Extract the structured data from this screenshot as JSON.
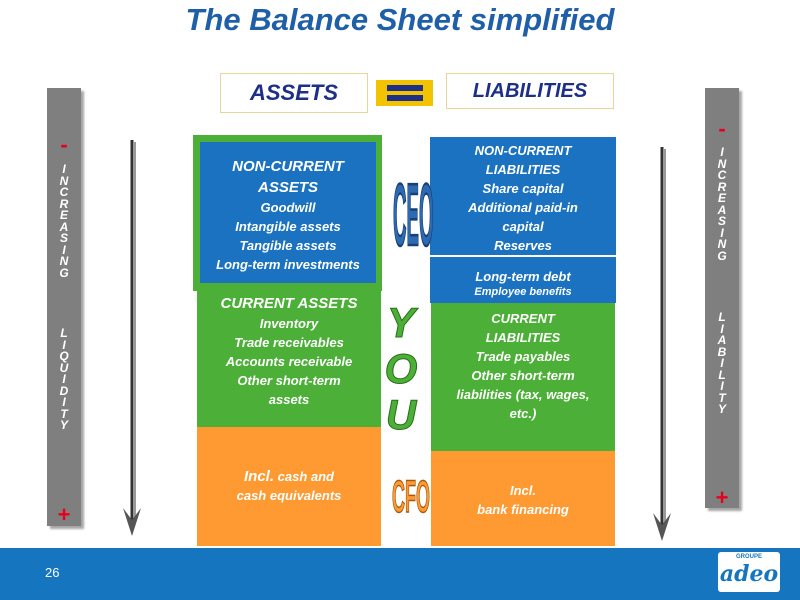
{
  "title": "The Balance Sheet simplified",
  "header": {
    "assets": "ASSETS",
    "liabilities": "LIABILITIES"
  },
  "left_bar": {
    "top_sign": "-",
    "word1": [
      "I",
      "N",
      "C",
      "R",
      "E",
      "A",
      "S",
      "I",
      "N",
      "G"
    ],
    "word2": [
      "L",
      "I",
      "Q",
      "U",
      "I",
      "D",
      "I",
      "T",
      "Y"
    ],
    "bottom_sign": "+"
  },
  "right_bar": {
    "top_sign": "-",
    "word1": [
      "I",
      "N",
      "C",
      "R",
      "E",
      "A",
      "S",
      "I",
      "N",
      "G"
    ],
    "word2": [
      "L",
      "I",
      "A",
      "B",
      "I",
      "L",
      "I",
      "T",
      "Y"
    ],
    "bottom_sign": "+"
  },
  "assets": {
    "non_current": {
      "title_line1": "NON-CURRENT",
      "title_line2": "ASSETS",
      "items": [
        "Goodwill",
        "Intangible assets",
        "Tangible assets",
        "Long-term investments"
      ]
    },
    "current": {
      "title": "CURRENT ASSETS",
      "items": [
        "Inventory",
        "Trade receivables",
        "Accounts receivable",
        "Other short-term",
        "assets"
      ]
    },
    "cash": {
      "line1_bold": "Incl.",
      "line1_rest": " cash and",
      "line2": "cash equivalents"
    }
  },
  "liabilities": {
    "non_current": {
      "title_line1": "NON-CURRENT",
      "title_line2": "LIABILITIES",
      "items": [
        "Share capital",
        "Additional paid-in",
        "capital",
        "Reserves"
      ]
    },
    "long_term": {
      "line1": "Long-term debt",
      "line2": "Employee benefits"
    },
    "current": {
      "title_line1": "CURRENT",
      "title_line2": "LIABILITIES",
      "items": [
        "Trade payables",
        "Other short-term",
        "liabilities (tax, wages,",
        "etc.)"
      ]
    },
    "bank": {
      "line1": "Incl.",
      "line2": "bank financing"
    }
  },
  "middle": {
    "ceo": "CEO",
    "you": "YOU",
    "cfo": "CFO"
  },
  "footer": {
    "page_number": "26",
    "logo_small": "GROUPE",
    "logo_main": "adeo"
  },
  "colors": {
    "title_blue": "#1f5fa8",
    "green": "#4caf37",
    "orange": "#ff9a33",
    "blue": "#1b72c0",
    "footer_blue": "#1576bf",
    "equals_yellow": "#f2c300"
  }
}
